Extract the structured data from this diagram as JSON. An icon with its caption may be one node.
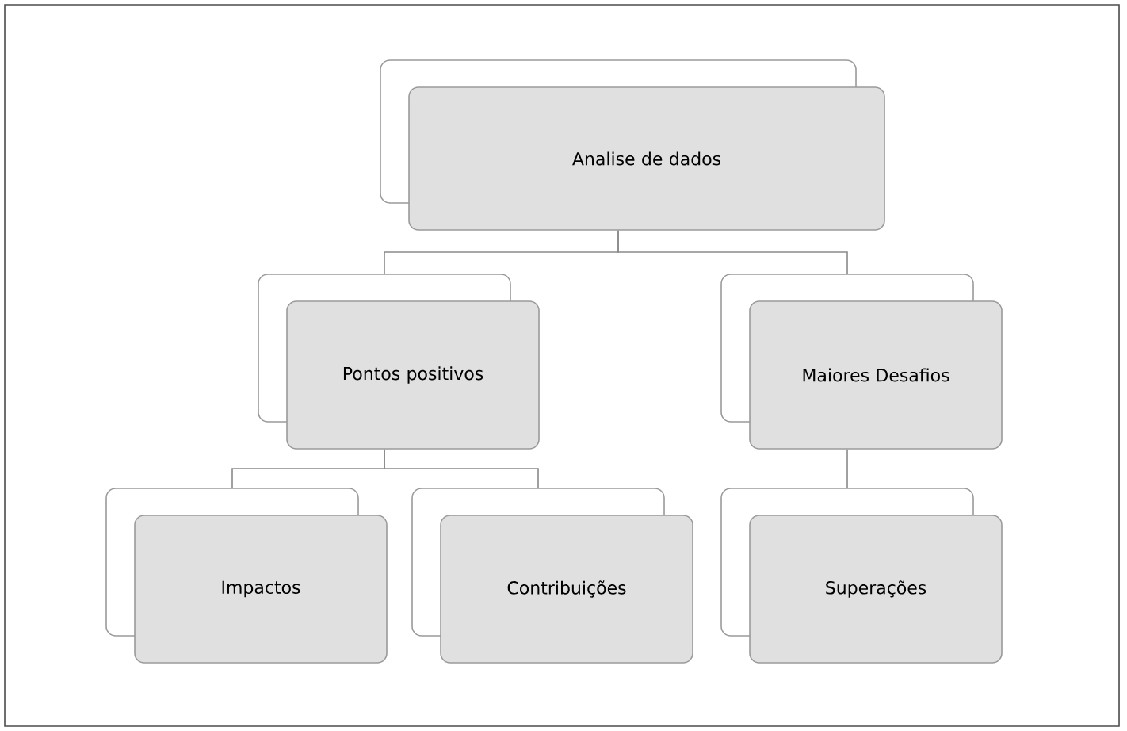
{
  "diagram": {
    "nodes": [
      {
        "text": [
          "Analise de dados"
        ]
      },
      {
        "text": [
          "Pontos positivos"
        ]
      },
      {
        "text": [
          "Maiores Desafios"
        ]
      },
      {
        "text": [
          "Impactos"
        ]
      },
      {
        "text": [
          "Contribuições"
        ]
      },
      {
        "text": [
          "Superações"
        ]
      }
    ],
    "edges": [
      {
        "from": 0,
        "to": 1,
        "arrow": "none"
      },
      {
        "from": 0,
        "to": 2,
        "arrow": "none"
      },
      {
        "from": 1,
        "to": 3,
        "arrow": "none"
      },
      {
        "from": 1,
        "to": 4,
        "arrow": "none"
      },
      {
        "from": 2,
        "to": 5,
        "arrow": "none"
      }
    ]
  }
}
